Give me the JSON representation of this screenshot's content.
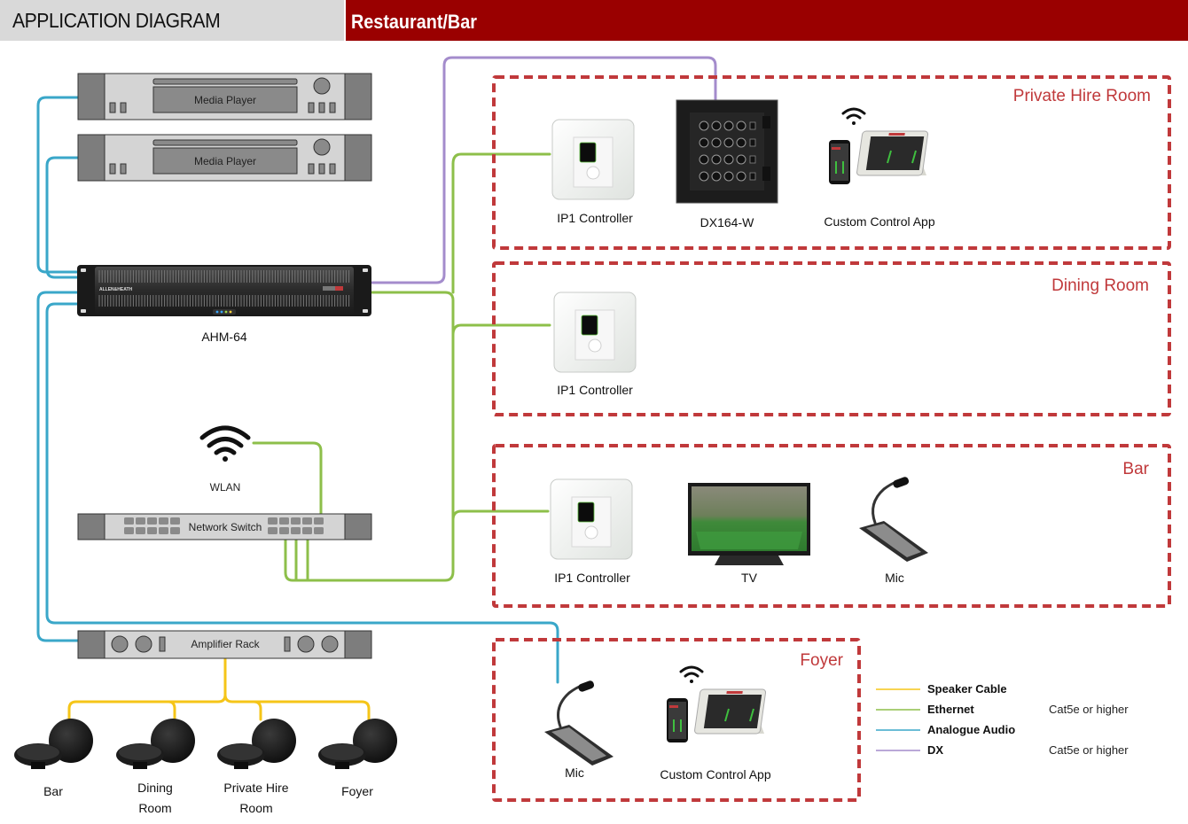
{
  "header": {
    "title": "APPLICATION DIAGRAM",
    "subtitle": "Restaurant/Bar"
  },
  "colors": {
    "header_accent": "#9a0000",
    "zone_border": "#c0393b",
    "speaker_cable": "#f5c518",
    "ethernet": "#8dbf4a",
    "analogue_audio": "#3aa7c9",
    "dx": "#a48ccc"
  },
  "devices": {
    "media_player_1": "Media Player",
    "media_player_2": "Media Player",
    "ahm": "AHM-64",
    "ahm_brand": "ALLEN&HEATH",
    "wlan": "WLAN",
    "network_switch": "Network Switch",
    "amplifier_rack": "Amplifier Rack"
  },
  "speakers": [
    {
      "line1": "Bar",
      "line2": ""
    },
    {
      "line1": "Dining",
      "line2": "Room"
    },
    {
      "line1": "Private Hire",
      "line2": "Room"
    },
    {
      "line1": "Foyer",
      "line2": ""
    }
  ],
  "zones": {
    "private_hire": {
      "title": "Private Hire Room",
      "items": [
        "IP1 Controller",
        "DX164-W",
        "Custom Control App"
      ]
    },
    "dining": {
      "title": "Dining Room",
      "items": [
        "IP1 Controller"
      ]
    },
    "bar": {
      "title": "Bar",
      "items": [
        "IP1 Controller",
        "TV",
        "Mic"
      ]
    },
    "foyer": {
      "title": "Foyer",
      "items": [
        "Mic",
        "Custom Control App"
      ]
    }
  },
  "legend": [
    {
      "label": "Speaker Cable",
      "note": ""
    },
    {
      "label": "Ethernet",
      "note": "Cat5e or higher"
    },
    {
      "label": "Analogue Audio",
      "note": ""
    },
    {
      "label": "DX",
      "note": "Cat5e or higher"
    }
  ]
}
